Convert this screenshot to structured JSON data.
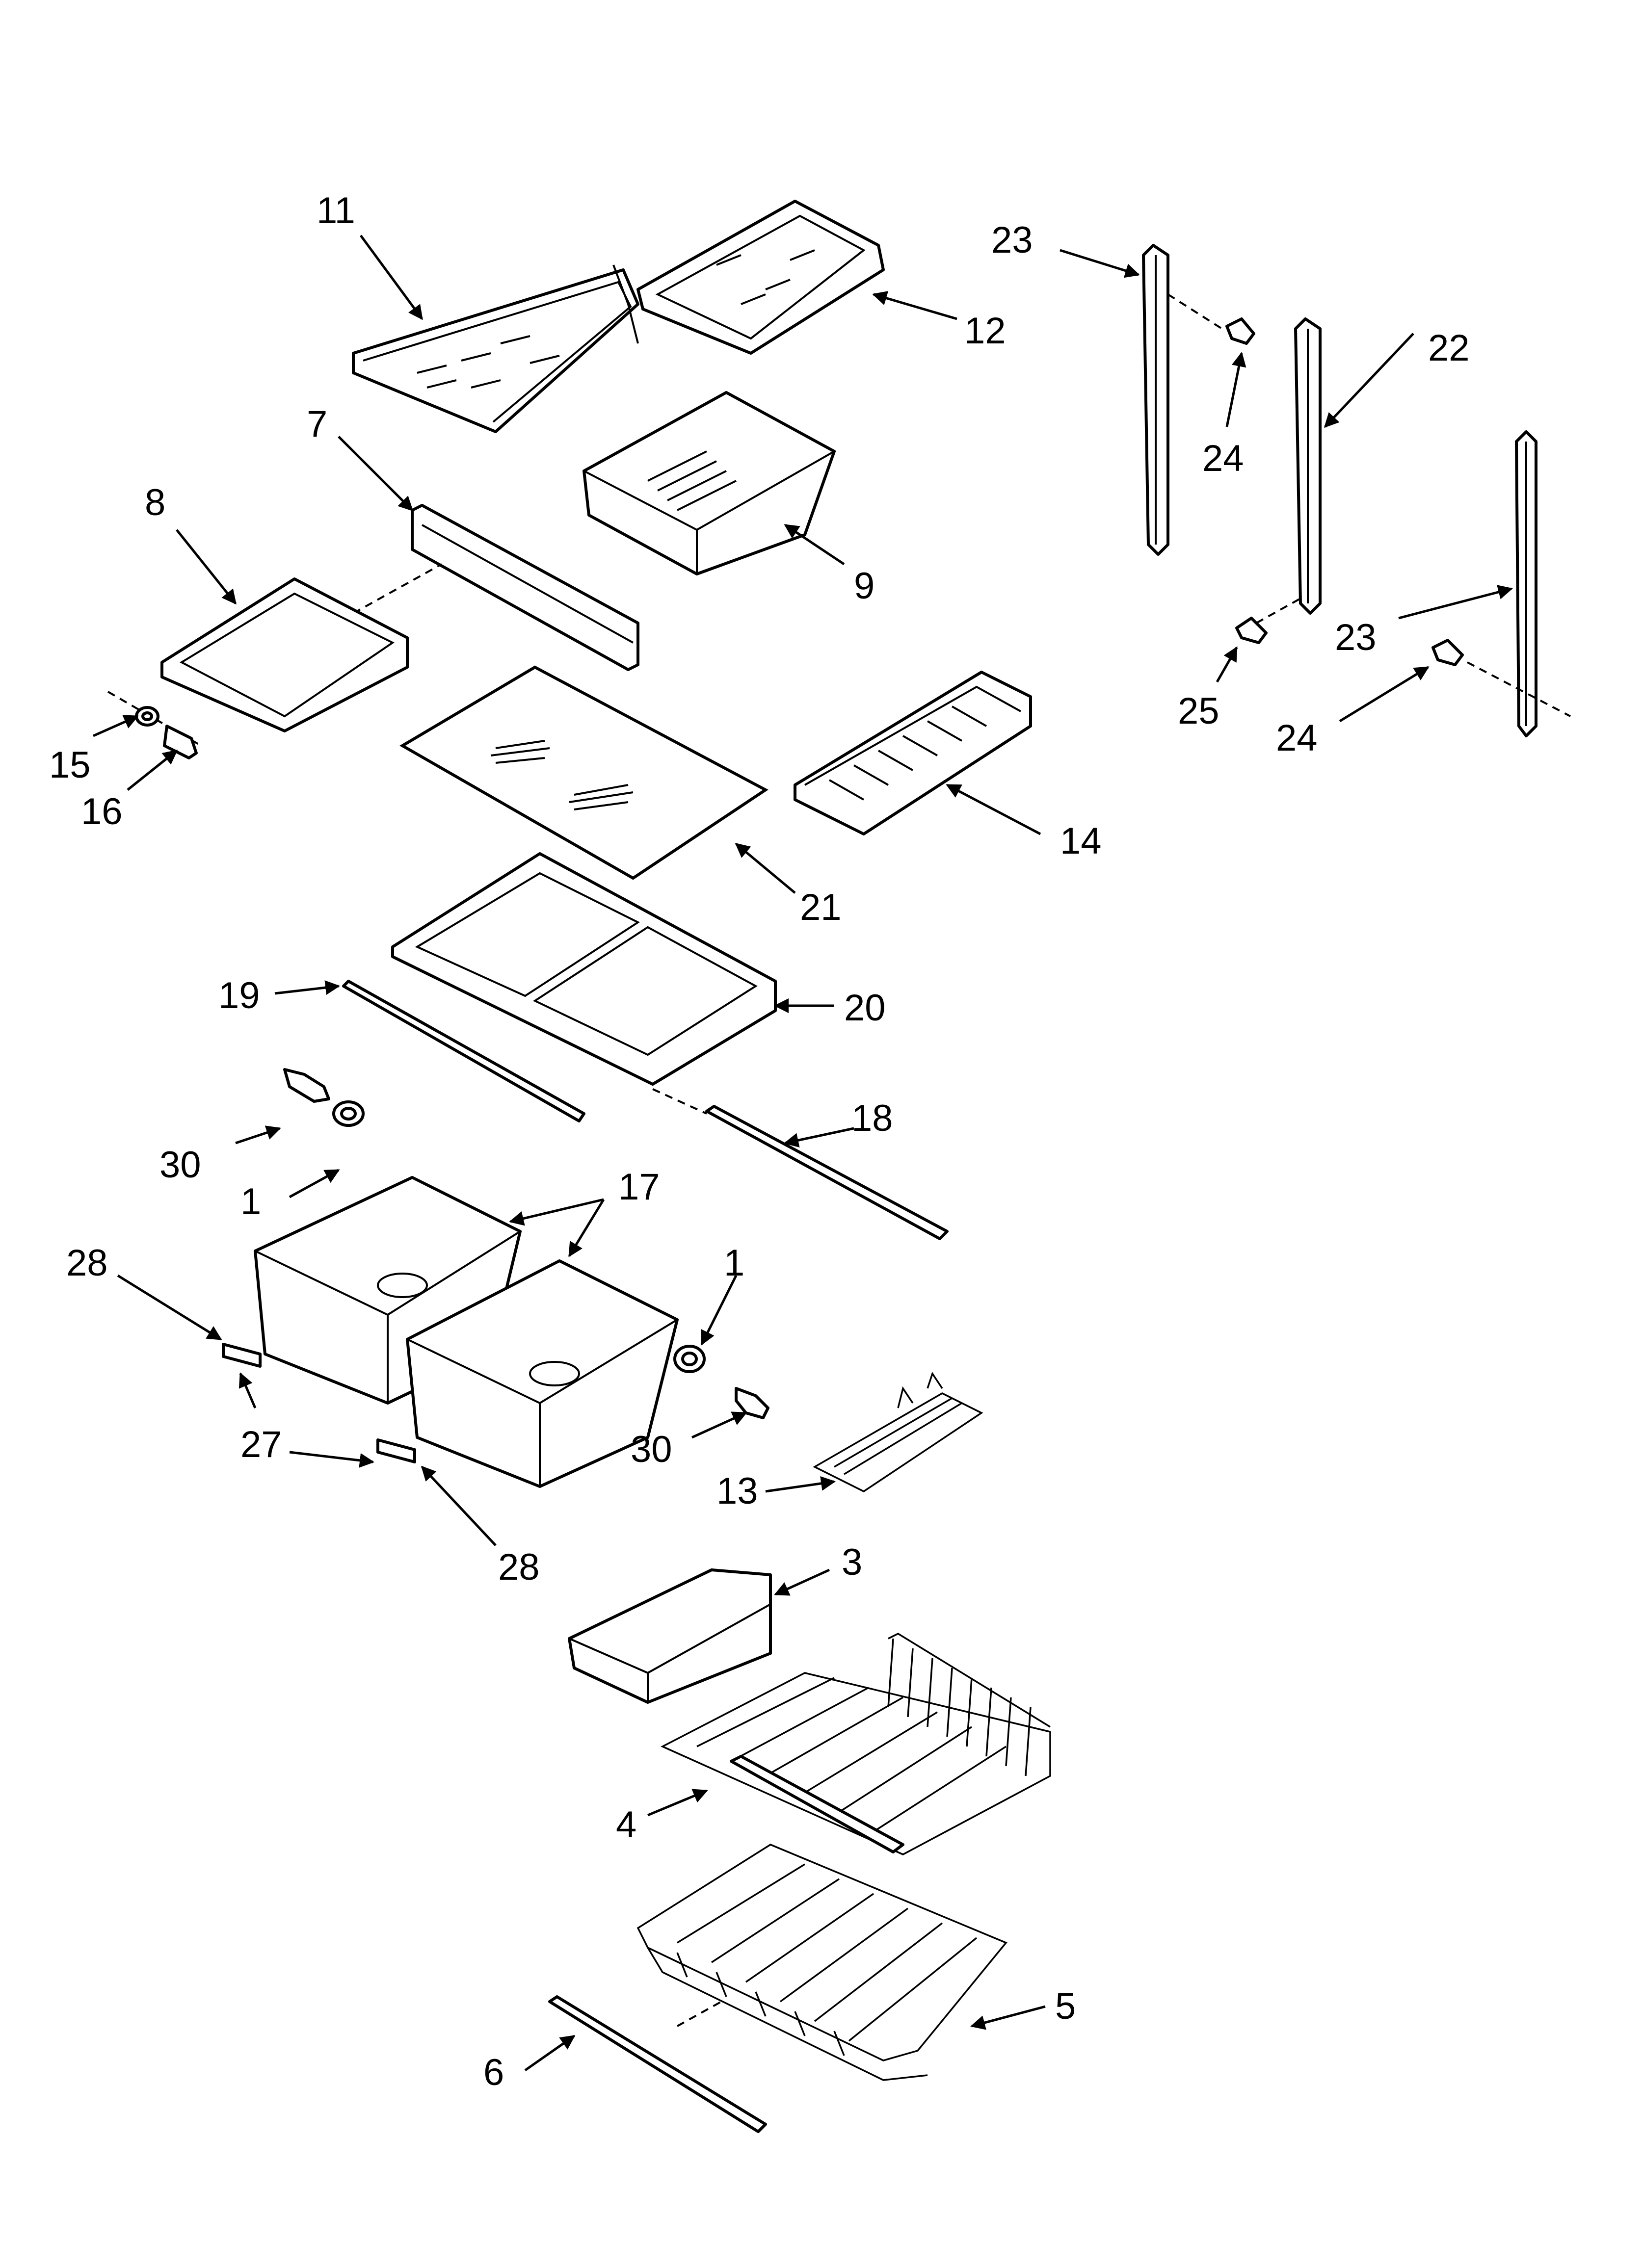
{
  "callouts": [
    "11",
    "12",
    "7",
    "9",
    "8",
    "15",
    "16",
    "21",
    "14",
    "19",
    "20",
    "30",
    "1",
    "18",
    "17",
    "28",
    "1",
    "27",
    "30",
    "28",
    "13",
    "3",
    "4",
    "5",
    "6",
    "23",
    "22",
    "24",
    "23",
    "25",
    "24"
  ]
}
